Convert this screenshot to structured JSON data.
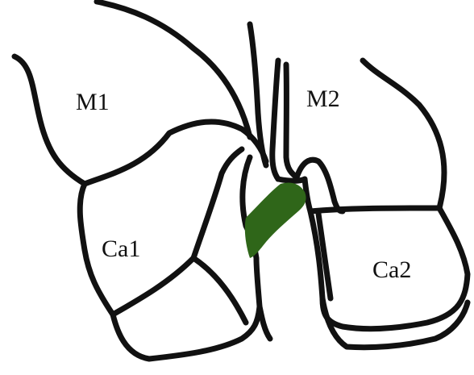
{
  "diagram": {
    "labels": {
      "m1": "M1",
      "m2": "M2",
      "ca1": "Ca1",
      "ca2": "Ca2"
    },
    "highlight_color": "#2f6619",
    "outline_color": "#111111",
    "background_color": "#ffffff"
  }
}
